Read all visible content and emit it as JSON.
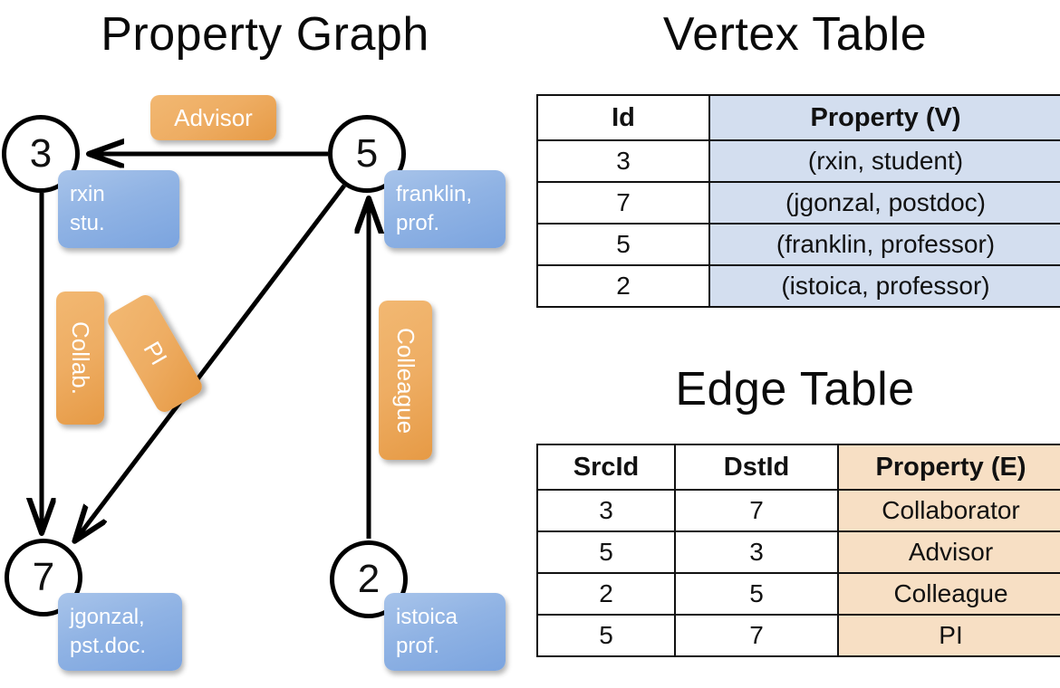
{
  "titles": {
    "property_graph": "Property Graph",
    "vertex_table": "Vertex Table",
    "edge_table": "Edge Table"
  },
  "graph": {
    "vertices": [
      {
        "id": "3",
        "property": "rxin\nstu."
      },
      {
        "id": "5",
        "property": "franklin,\nprof."
      },
      {
        "id": "7",
        "property": "jgonzal,\npst.doc."
      },
      {
        "id": "2",
        "property": "istoica\nprof."
      }
    ],
    "vertex_labels": {
      "n3_line1": "rxin",
      "n3_line2": "stu.",
      "n5_line1": "franklin,",
      "n5_line2": "prof.",
      "n7_line1": "jgonzal,",
      "n7_line2": "pst.doc.",
      "n2_line1": "istoica",
      "n2_line2": "prof."
    },
    "edge_labels": {
      "advisor": "Advisor",
      "collab": "Collab.",
      "pi": "PI",
      "colleague": "Colleague"
    }
  },
  "vertex_table": {
    "headers": [
      "Id",
      "Property (V)"
    ],
    "rows": [
      {
        "id": "3",
        "property": "(rxin, student)"
      },
      {
        "id": "7",
        "property": "(jgonzal, postdoc)"
      },
      {
        "id": "5",
        "property": "(franklin, professor)"
      },
      {
        "id": "2",
        "property": "(istoica, professor)"
      }
    ]
  },
  "edge_table": {
    "headers": [
      "SrcId",
      "DstId",
      "Property (E)"
    ],
    "rows": [
      {
        "src": "3",
        "dst": "7",
        "property": "Collaborator"
      },
      {
        "src": "5",
        "dst": "3",
        "property": "Advisor"
      },
      {
        "src": "2",
        "dst": "5",
        "property": "Colleague"
      },
      {
        "src": "5",
        "dst": "7",
        "property": "PI"
      }
    ]
  },
  "colors": {
    "vertex_property_fill": "#d3deef",
    "edge_property_fill": "#f7dfc4",
    "callout_blue": "#90b3e4",
    "label_orange": "#eead63",
    "stroke": "#000000"
  }
}
